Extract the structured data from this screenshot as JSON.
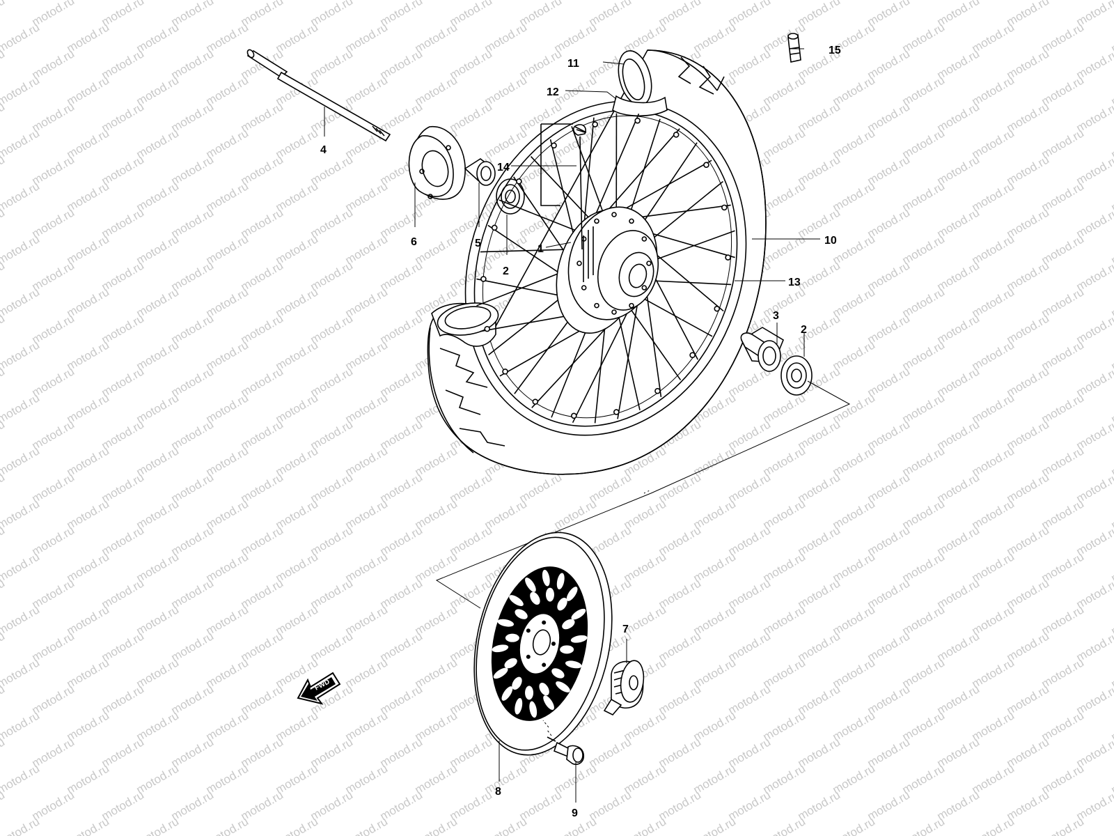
{
  "watermark": "motod.ru",
  "fwd_label": "FWD",
  "callouts": {
    "c1": "1",
    "c2a": "2",
    "c2b": "2",
    "c3": "3",
    "c4": "4",
    "c5": "5",
    "c6": "6",
    "c7": "7",
    "c8": "8",
    "c9": "9",
    "c10": "10",
    "c11": "11",
    "c12": "12",
    "c13": "13",
    "c14": "14",
    "c15": "15"
  },
  "colors": {
    "line": "#000000",
    "watermark": "#c8c8c8",
    "background": "#ffffff"
  }
}
